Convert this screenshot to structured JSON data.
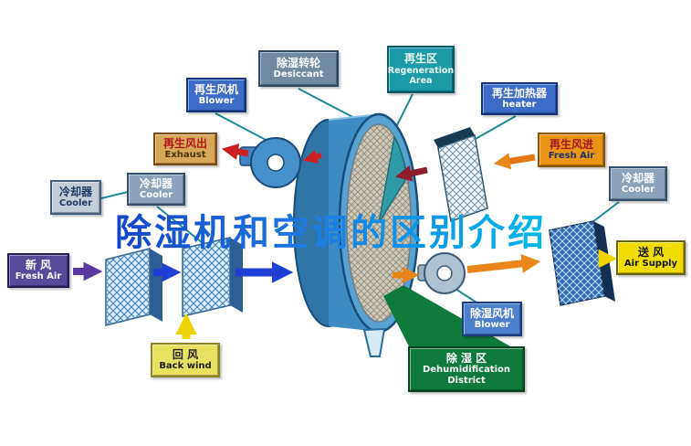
{
  "title": "除湿机和空调的区别介绍",
  "labels": {
    "desiccant": {
      "zh": "除湿转轮",
      "en": "Desiccant"
    },
    "regen_area": {
      "zh": "再生区",
      "en": "Regeneration Area"
    },
    "regen_blower": {
      "zh": "再生风机",
      "en": "Blower"
    },
    "regen_heater": {
      "zh": "再生加热器",
      "en": "heater"
    },
    "regen_exhaust": {
      "zh": "再生风出",
      "en": "Exhaust"
    },
    "regen_fresh_air": {
      "zh": "再生风进",
      "en": "Fresh Air"
    },
    "cooler_left_outer": {
      "zh": "冷却器",
      "en": "Cooler"
    },
    "cooler_left_inner": {
      "zh": "冷却器",
      "en": "Cooler"
    },
    "cooler_right": {
      "zh": "冷却器",
      "en": "Cooler"
    },
    "fresh_air": {
      "zh": "新  风",
      "en": "Fresh Air"
    },
    "air_supply": {
      "zh": "送  风",
      "en": "Air Supply"
    },
    "back_wind": {
      "zh": "回  风",
      "en": "Back wind"
    },
    "dehum_blower": {
      "zh": "除湿风机",
      "en": "Blower"
    },
    "dehum_district": {
      "zh": "除  湿  区",
      "en": "Dehumidification District"
    }
  },
  "colors": {
    "title_gradient_start": "#1245c8",
    "title_gradient_end": "#00b8e8",
    "wheel_blue": "#58a2d2",
    "regen_teal": "#1d9aaa",
    "dehum_green": "#0f7a3c",
    "air_supply_yellow": "#f2dc00",
    "fresh_air_purple": "#584a9a",
    "flow_blue_arrow": "#1f3fd4",
    "flow_orange_arrow": "#e8861a",
    "flow_red_arrow": "#cc2020"
  }
}
